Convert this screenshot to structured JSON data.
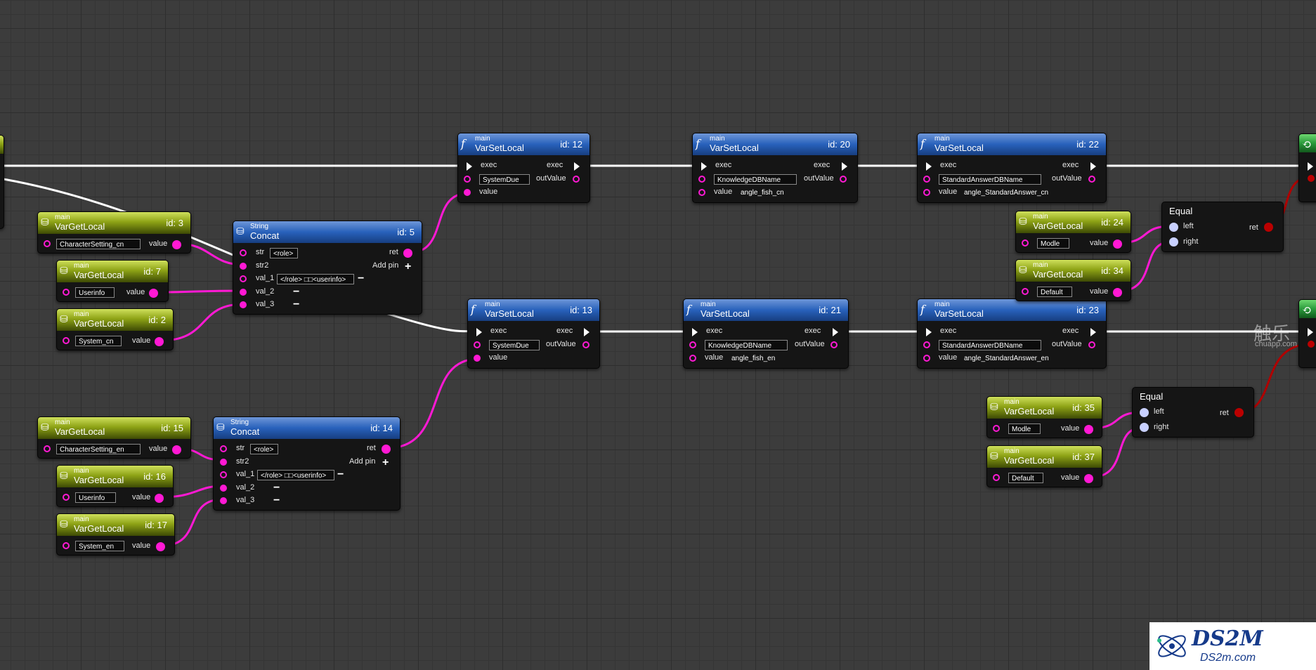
{
  "nodes": {
    "get3": {
      "cat": "main",
      "title": "VarGetLocal",
      "id": "id: 3",
      "field": "CharacterSetting_cn",
      "out": "value"
    },
    "get7": {
      "cat": "main",
      "title": "VarGetLocal",
      "id": "id: 7",
      "field": "Userinfo",
      "out": "value"
    },
    "get2": {
      "cat": "main",
      "title": "VarGetLocal",
      "id": "id: 2",
      "field": "System_cn",
      "out": "value"
    },
    "get15": {
      "cat": "main",
      "title": "VarGetLocal",
      "id": "id: 15",
      "field": "CharacterSetting_en",
      "out": "value"
    },
    "get16": {
      "cat": "main",
      "title": "VarGetLocal",
      "id": "id: 16",
      "field": "Userinfo",
      "out": "value"
    },
    "get17": {
      "cat": "main",
      "title": "VarGetLocal",
      "id": "id: 17",
      "field": "System_en",
      "out": "value"
    },
    "concat5": {
      "cat": "String",
      "title": "Concat",
      "id": "id: 5",
      "str": "str",
      "str_val": "<role>",
      "ret": "ret",
      "str2": "str2",
      "add": "Add pin",
      "val1": "val_1",
      "val1_val": "</role> □□<userinfo>",
      "val2": "val_2",
      "val3": "val_3"
    },
    "concat14": {
      "cat": "String",
      "title": "Concat",
      "id": "id: 14",
      "str": "str",
      "str_val": "<role>",
      "ret": "ret",
      "str2": "str2",
      "add": "Add pin",
      "val1": "val_1",
      "val1_val": "</role> □□<userinfo>",
      "val2": "val_2",
      "val3": "val_3"
    },
    "set12": {
      "cat": "main",
      "title": "VarSetLocal",
      "id": "id: 12",
      "exec_in": "exec",
      "exec_out": "exec",
      "name": "SystemDue",
      "out": "outValue",
      "value": "value",
      "value_val": ""
    },
    "set13": {
      "cat": "main",
      "title": "VarSetLocal",
      "id": "id: 13",
      "exec_in": "exec",
      "exec_out": "exec",
      "name": "SystemDue",
      "out": "outValue",
      "value": "value",
      "value_val": ""
    },
    "set20": {
      "cat": "main",
      "title": "VarSetLocal",
      "id": "id: 20",
      "exec_in": "exec",
      "exec_out": "exec",
      "name": "KnowledgeDBName",
      "out": "outValue",
      "value": "value",
      "value_val": "angle_fish_cn"
    },
    "set21": {
      "cat": "main",
      "title": "VarSetLocal",
      "id": "id: 21",
      "exec_in": "exec",
      "exec_out": "exec",
      "name": "KnowledgeDBName",
      "out": "outValue",
      "value": "value",
      "value_val": "angle_fish_en"
    },
    "set22": {
      "cat": "main",
      "title": "VarSetLocal",
      "id": "id: 22",
      "exec_in": "exec",
      "exec_out": "exec",
      "name": "StandardAnswerDBName",
      "out": "outValue",
      "value": "value",
      "value_val": "angle_StandardAnswer_cn"
    },
    "set23": {
      "cat": "main",
      "title": "VarSetLocal",
      "id": "id: 23",
      "exec_in": "exec",
      "exec_out": "exec",
      "name": "StandardAnswerDBName",
      "out": "outValue",
      "value": "value",
      "value_val": "angle_StandardAnswer_en"
    },
    "get24": {
      "cat": "main",
      "title": "VarGetLocal",
      "id": "id: 24",
      "field": "Modle",
      "out": "value"
    },
    "get34": {
      "cat": "main",
      "title": "VarGetLocal",
      "id": "id: 34",
      "field": "Default",
      "out": "value"
    },
    "get35": {
      "cat": "main",
      "title": "VarGetLocal",
      "id": "id: 35",
      "field": "Modle",
      "out": "value"
    },
    "get37": {
      "cat": "main",
      "title": "VarGetLocal",
      "id": "id: 37",
      "field": "Default",
      "out": "value"
    },
    "equal1": {
      "title": "Equal",
      "left": "left",
      "right": "right",
      "ret": "ret"
    },
    "equal2": {
      "title": "Equal",
      "left": "left",
      "right": "right",
      "ret": "ret"
    }
  },
  "watermark": {
    "brand": "DS2M",
    "url": "DS2m.com"
  },
  "overlay": {
    "cjk": "触乐",
    "cjk_url": "chuapp.com"
  },
  "colors": {
    "data_wire": "#ff19d4",
    "exec_wire": "#ffffff",
    "bool_wire": "#b00000",
    "get_header": "#8ea316",
    "fn_header": "#2861bb"
  }
}
